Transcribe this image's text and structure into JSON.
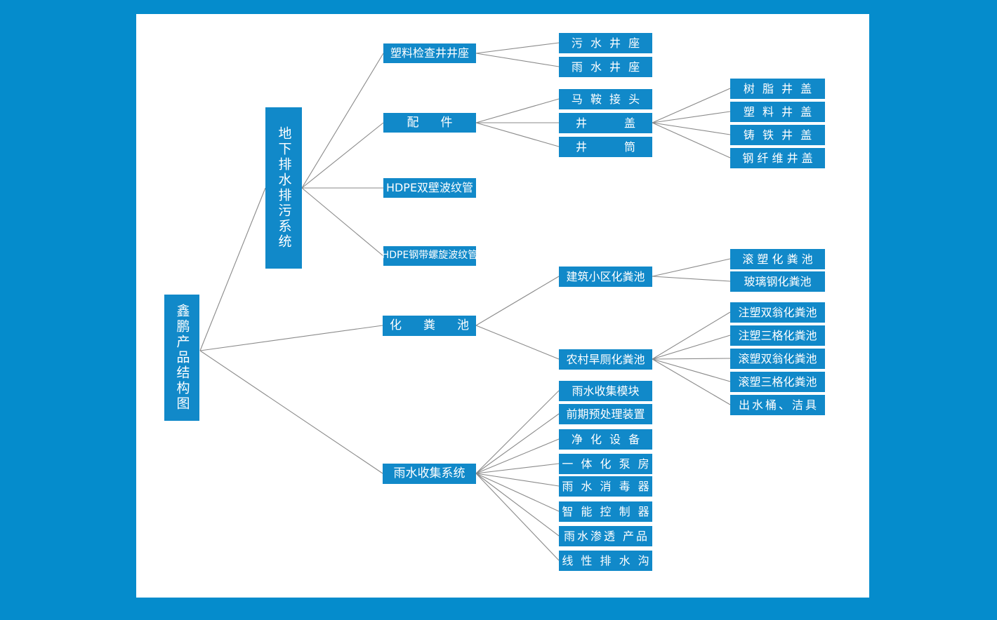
{
  "page": {
    "title": "鑫鹏产品结构图",
    "background_color": "#058CCC",
    "canvas_color": "#FFFFFF",
    "node_color": "#1189C9",
    "node_text_color": "#FFFFFF",
    "edge_color": "#808080"
  },
  "chart_data": {
    "type": "diagram",
    "diagram_kind": "horizontal-tree",
    "title": "鑫鹏产品结构图",
    "root": "鑫鹏产品结构图",
    "nodes": {
      "root": "鑫鹏产品结构图",
      "lvl2": [
        "地下排水排污系统",
        "化粪池",
        "雨水收集系统"
      ],
      "lvl3_drain": [
        "塑料检查井井座",
        "配　件",
        "HDPE双壁波纹管",
        "HDPE钢带螺旋波纹管"
      ],
      "lvl4_well_base": [
        "污 水 井 座",
        "雨 水 井 座"
      ],
      "lvl4_fittings": [
        "马 鞍 接 头",
        "井　　盖",
        "井　　筒"
      ],
      "lvl5_covers": [
        "树 脂 井 盖",
        "塑 料 井 盖",
        "铸 铁 井 盖",
        "钢 纤 维 井 盖"
      ],
      "lvl3_septic": [
        "建筑小区化粪池",
        "农村旱厕化粪池"
      ],
      "lvl4_community_septic": [
        "滚 塑 化 粪 池",
        "玻璃钢化粪池"
      ],
      "lvl4_rural_septic": [
        "注塑双翁化粪池",
        "注塑三格化粪池",
        "滚塑双翁化粪池",
        "滚塑三格化粪池",
        "出水桶、洁具"
      ],
      "lvl3_rainwater": [
        "雨水收集模块",
        "前期预处理装置",
        "净 化 设 备",
        "一 体 化 泵 房",
        "雨 水 消 毒 器",
        "智 能 控 制 器",
        "雨水渗透 产品",
        "线 性 排 水 沟"
      ]
    },
    "edges": [
      [
        "鑫鹏产品结构图",
        "地下排水排污系统"
      ],
      [
        "鑫鹏产品结构图",
        "化粪池"
      ],
      [
        "鑫鹏产品结构图",
        "雨水收集系统"
      ],
      [
        "地下排水排污系统",
        "塑料检查井井座"
      ],
      [
        "地下排水排污系统",
        "配　件"
      ],
      [
        "地下排水排污系统",
        "HDPE双壁波纹管"
      ],
      [
        "地下排水排污系统",
        "HDPE钢带螺旋波纹管"
      ],
      [
        "塑料检查井井座",
        "污 水 井 座"
      ],
      [
        "塑料检查井井座",
        "雨 水 井 座"
      ],
      [
        "配　件",
        "马 鞍 接 头"
      ],
      [
        "配　件",
        "井　　盖"
      ],
      [
        "配　件",
        "井　　筒"
      ],
      [
        "井　　盖",
        "树 脂 井 盖"
      ],
      [
        "井　　盖",
        "塑 料 井 盖"
      ],
      [
        "井　　盖",
        "铸 铁 井 盖"
      ],
      [
        "井　　盖",
        "钢 纤 维 井 盖"
      ],
      [
        "化粪池",
        "建筑小区化粪池"
      ],
      [
        "化粪池",
        "农村旱厕化粪池"
      ],
      [
        "建筑小区化粪池",
        "滚 塑 化 粪 池"
      ],
      [
        "建筑小区化粪池",
        "玻璃钢化粪池"
      ],
      [
        "农村旱厕化粪池",
        "注塑双翁化粪池"
      ],
      [
        "农村旱厕化粪池",
        "注塑三格化粪池"
      ],
      [
        "农村旱厕化粪池",
        "滚塑双翁化粪池"
      ],
      [
        "农村旱厕化粪池",
        "滚塑三格化粪池"
      ],
      [
        "农村旱厕化粪池",
        "出水桶、洁具"
      ],
      [
        "雨水收集系统",
        "雨水收集模块"
      ],
      [
        "雨水收集系统",
        "前期预处理装置"
      ],
      [
        "雨水收集系统",
        "净 化 设 备"
      ],
      [
        "雨水收集系统",
        "一 体 化 泵 房"
      ],
      [
        "雨水收集系统",
        "雨 水 消 毒 器"
      ],
      [
        "雨水收集系统",
        "智 能 控 制 器"
      ],
      [
        "雨水收集系统",
        "雨水渗透 产品"
      ],
      [
        "雨水收集系统",
        "线 性 排 水 沟"
      ]
    ]
  },
  "tree": {
    "root": {
      "label": "鑫鹏产品结构图"
    },
    "drainage": {
      "label": "地下排水排污系统",
      "children": {
        "well_base": {
          "label": "塑料检查井井座",
          "children": [
            {
              "label": "污 水 井 座"
            },
            {
              "label": "雨 水 井 座"
            }
          ]
        },
        "fittings": {
          "label": "配　件",
          "children": [
            {
              "label": "马 鞍 接 头"
            },
            {
              "label": "井　　盖",
              "children": [
                {
                  "label": "树 脂 井 盖"
                },
                {
                  "label": "塑 料 井 盖"
                },
                {
                  "label": "铸 铁 井 盖"
                },
                {
                  "label": "钢 纤 维 井 盖"
                }
              ]
            },
            {
              "label": "井　　筒"
            }
          ]
        },
        "pipe_double_wall": {
          "label": "HDPE双壁波纹管"
        },
        "pipe_steel_spiral": {
          "label": "HDPE钢带螺旋波纹管"
        }
      }
    },
    "septic": {
      "label": "化　粪　池",
      "children": {
        "community": {
          "label": "建筑小区化粪池",
          "children": [
            {
              "label": "滚 塑 化 粪 池"
            },
            {
              "label": "玻璃钢化粪池"
            }
          ]
        },
        "rural": {
          "label": "农村旱厕化粪池",
          "children": [
            {
              "label": "注塑双翁化粪池"
            },
            {
              "label": "注塑三格化粪池"
            },
            {
              "label": "滚塑双翁化粪池"
            },
            {
              "label": "滚塑三格化粪池"
            },
            {
              "label": "出水桶、洁具"
            }
          ]
        }
      }
    },
    "rainwater": {
      "label": "雨水收集系统",
      "children": [
        {
          "label": "雨水收集模块"
        },
        {
          "label": "前期预处理装置"
        },
        {
          "label": "净 化 设 备"
        },
        {
          "label": "一 体 化 泵 房"
        },
        {
          "label": "雨 水 消 毒 器"
        },
        {
          "label": "智 能 控 制 器"
        },
        {
          "label": "雨水渗透 产品"
        },
        {
          "label": "线 性 排 水 沟"
        }
      ]
    }
  }
}
